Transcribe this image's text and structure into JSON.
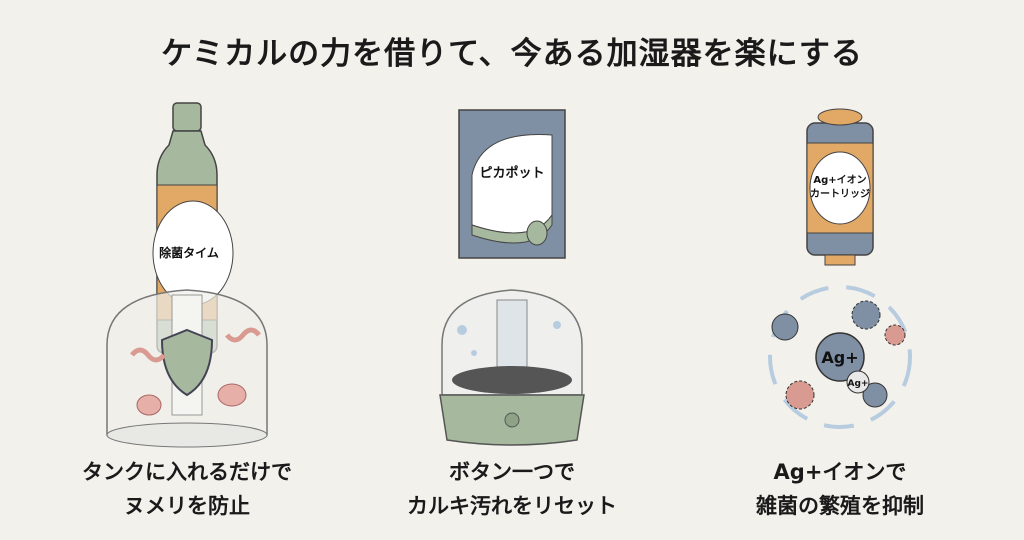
{
  "title": "ケミカルの力を借りて、今ある加湿器を楽にする",
  "products": [
    {
      "label": "除菌タイム",
      "caption_line1": "タンクに入れるだけで",
      "caption_line2": "ヌメリを防止"
    },
    {
      "label": "ピカポット",
      "caption_line1": "ボタン一つで",
      "caption_line2": "カルキ汚れをリセット"
    },
    {
      "label_line1": "Ag+イオン",
      "label_line2": "カートリッジ",
      "caption_line1": "Ag+イオンで",
      "caption_line2": "雑菌の繁殖を抑制"
    }
  ],
  "ion_labels": {
    "big": "Ag+",
    "small": "Ag+"
  },
  "colors": {
    "background": "#f3f1ec",
    "sage": "#a6b89e",
    "orange": "#e2a865",
    "slate": "#7f8fa4",
    "pink": "#d99a92"
  }
}
